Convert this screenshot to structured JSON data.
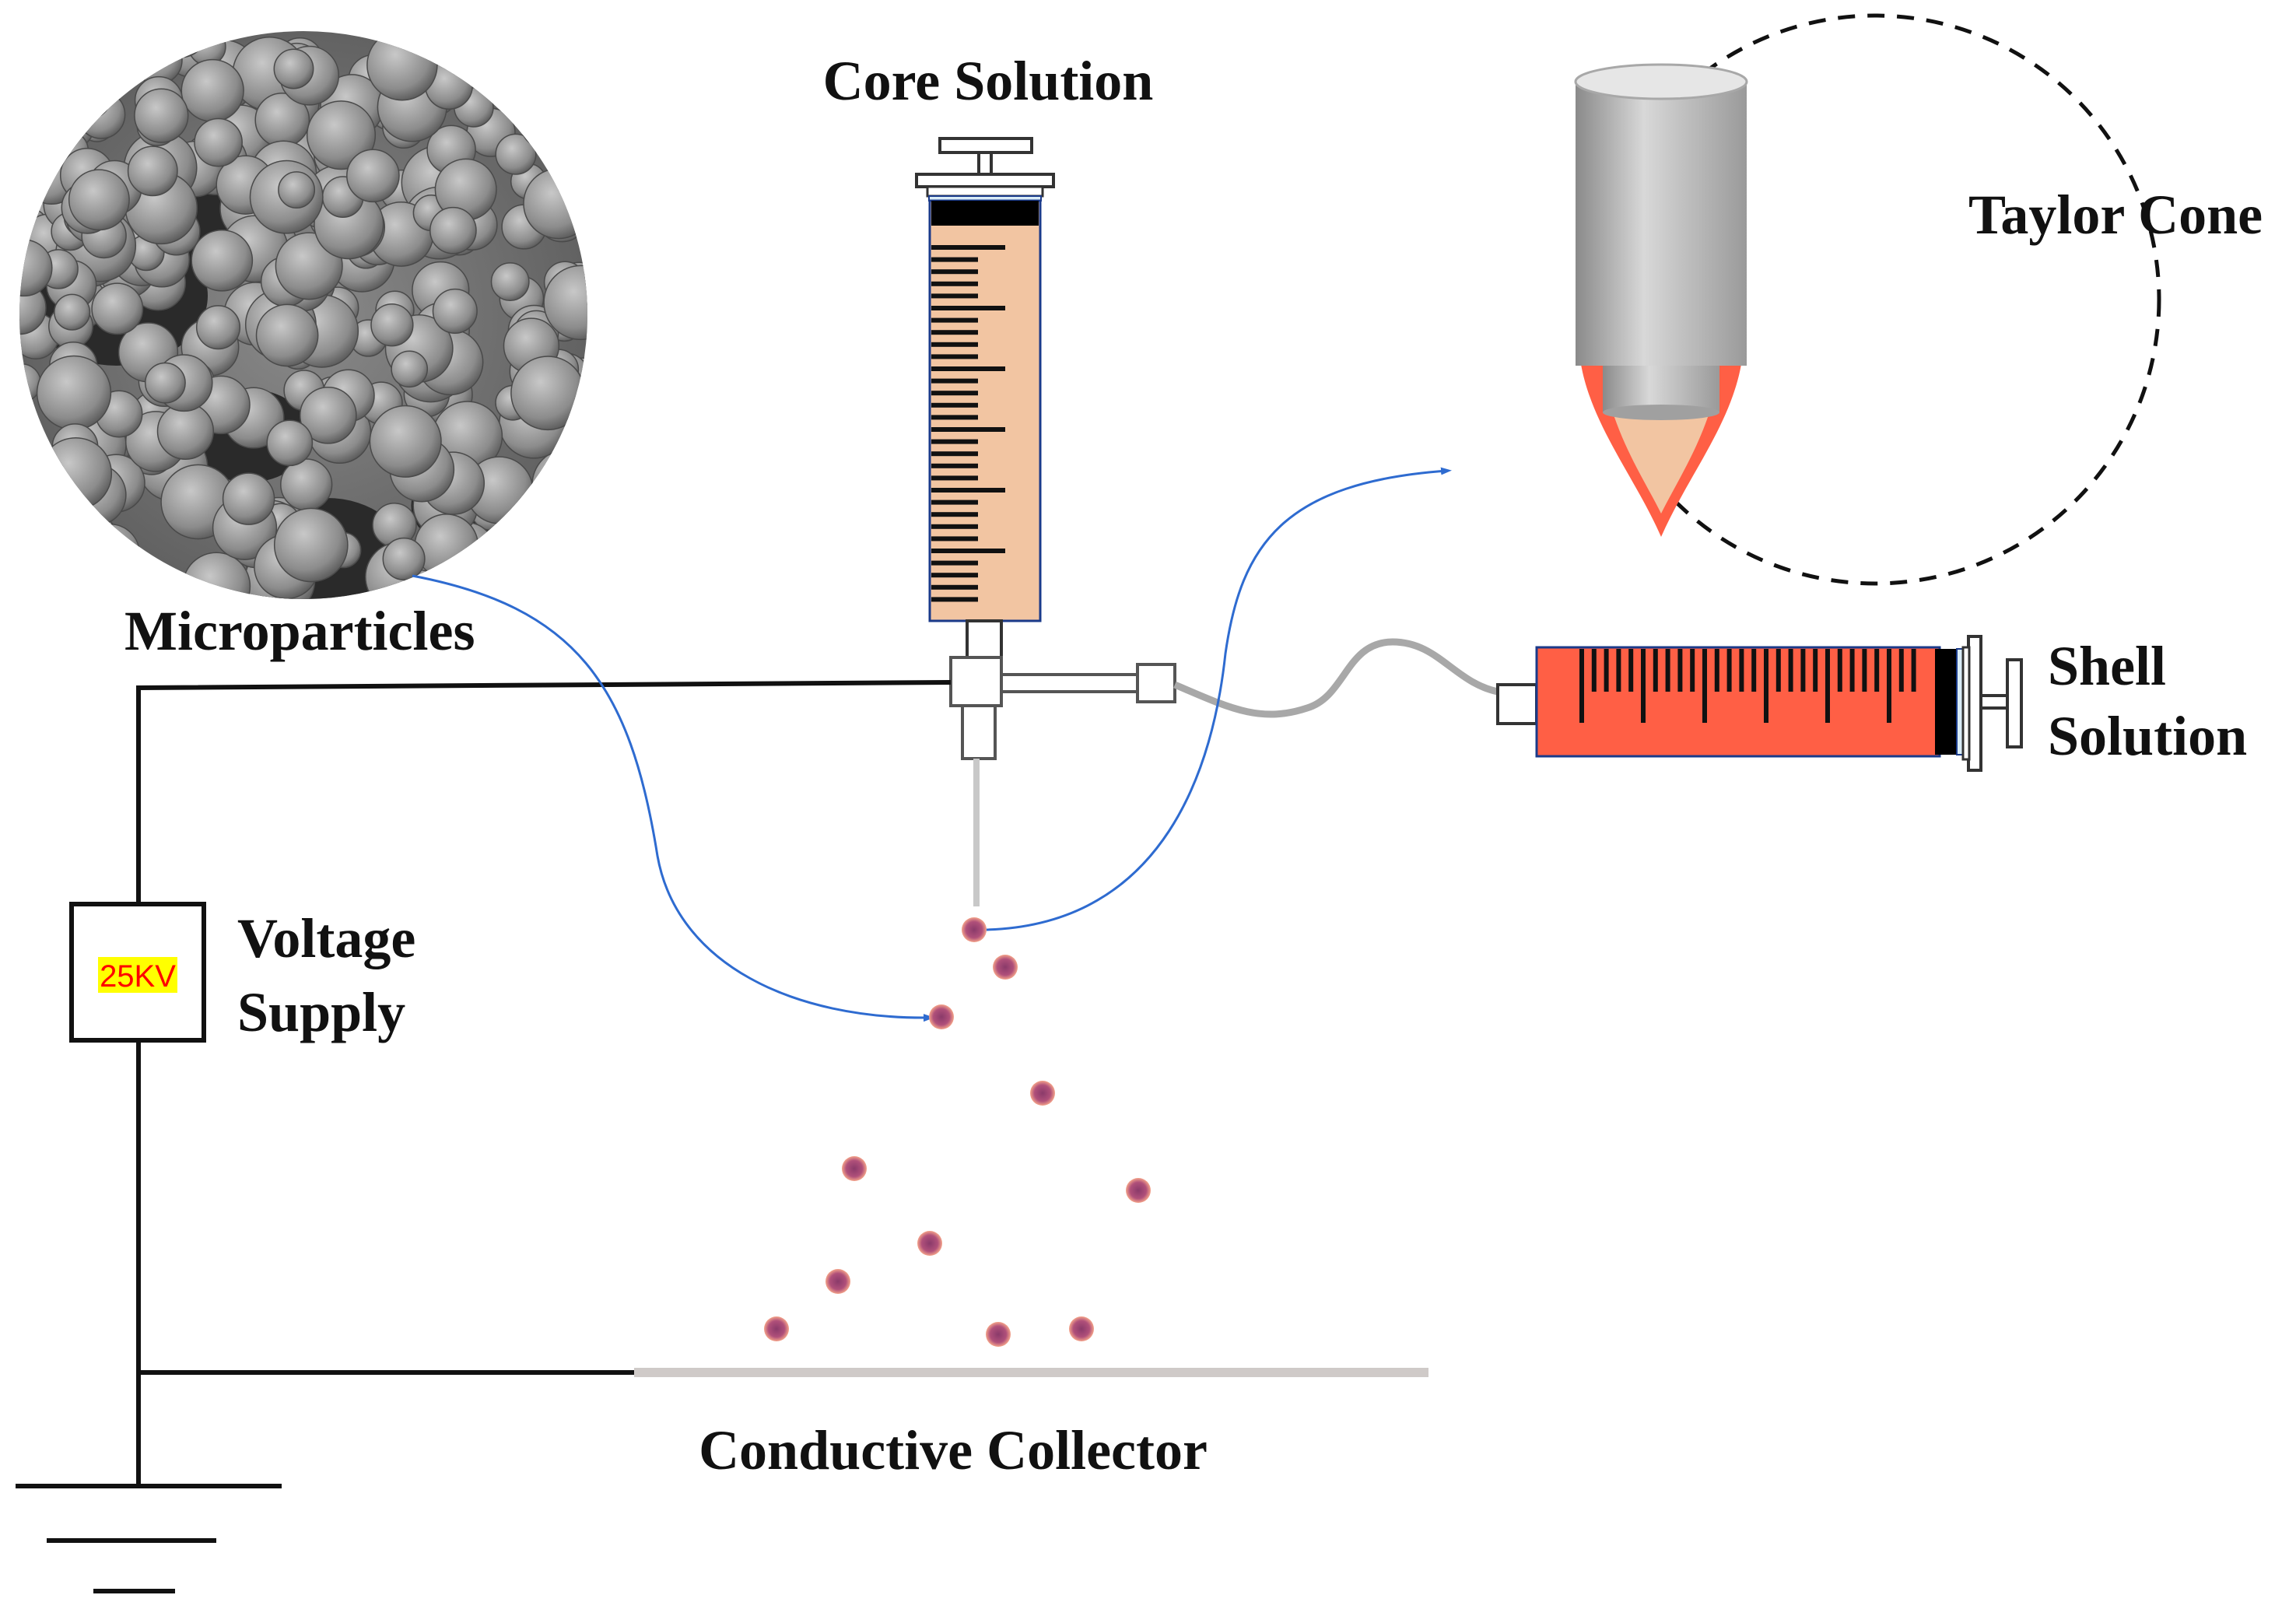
{
  "labels": {
    "core_solution": "Core Solution",
    "taylor_cone": "Taylor Cone",
    "microparticles": "Microparticles",
    "shell_solution_line1": "Shell",
    "shell_solution_line2": "Solution",
    "voltage_supply_line1": "Voltage",
    "voltage_supply_line2": "Supply",
    "conductive_collector": "Conductive Collector",
    "voltage_value": "25KV"
  },
  "colors": {
    "core_fluid": "#f2c5a2",
    "shell_fluid": "#ff5f45",
    "arrow": "#2e6bd0",
    "voltage_highlight": "#ffff00",
    "voltage_text": "#ff0000",
    "particle": "#a04a72"
  }
}
